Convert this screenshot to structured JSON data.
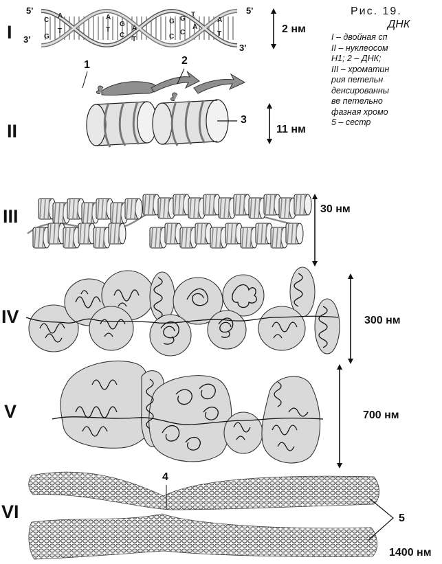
{
  "caption": {
    "title": "Рис. 19.",
    "subtitle": "ДНК",
    "lines": [
      "I – двойная сп",
      "II – нуклеосом",
      "Н1; 2 – ДНК;",
      "III – хроматин",
      "рия петельн",
      "денсированны",
      "ве петельно",
      "фазная хромо",
      "     5 – сестр"
    ]
  },
  "levels": [
    "I",
    "II",
    "III",
    "IV",
    "V",
    "VI"
  ],
  "scales": [
    "2 нм",
    "11 нм",
    "30 нм",
    "300 нм",
    "700 нм",
    "1400 нм"
  ],
  "callouts": [
    "1",
    "2",
    "3",
    "4",
    "5"
  ],
  "dna_ends": {
    "left_top": "5'",
    "left_bottom": "3'",
    "right_top": "5'",
    "right_bottom": "3'"
  },
  "bases": {
    "top": [
      "C",
      "A",
      "A",
      "G",
      "A",
      "G",
      "G",
      "T",
      "A"
    ],
    "bottom": [
      "G",
      "T",
      "T",
      "C",
      "T",
      "C",
      "C",
      "A",
      "T"
    ]
  },
  "colors": {
    "ink": "#111111",
    "fill": "#d7d7d7",
    "fill_dark": "#a9a9a9",
    "background": "#ffffff"
  }
}
